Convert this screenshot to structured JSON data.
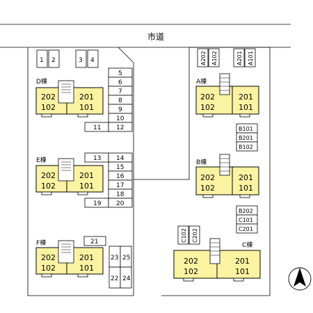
{
  "road_label": "市道",
  "buildings": {
    "D": {
      "label": "D棟",
      "units": [
        {
          "top": "202",
          "bottom": "102"
        },
        {
          "top": "201",
          "bottom": "101"
        }
      ]
    },
    "E": {
      "label": "E棟",
      "units": [
        {
          "top": "202",
          "bottom": "102"
        },
        {
          "top": "201",
          "bottom": "101"
        }
      ]
    },
    "F": {
      "label": "F棟",
      "units": [
        {
          "top": "202",
          "bottom": "102"
        },
        {
          "top": "201",
          "bottom": "101"
        }
      ]
    },
    "A": {
      "label": "A棟",
      "units": [
        {
          "top": "202",
          "bottom": "102"
        },
        {
          "top": "201",
          "bottom": "101"
        }
      ]
    },
    "B": {
      "label": "B棟",
      "units": [
        {
          "top": "202",
          "bottom": "102"
        },
        {
          "top": "201",
          "bottom": "101"
        }
      ]
    },
    "C": {
      "label": "C棟",
      "units": [
        {
          "top": "202",
          "bottom": "102"
        },
        {
          "top": "201",
          "bottom": "101"
        }
      ]
    }
  },
  "parking": {
    "top_left": [
      "1",
      "2",
      "3",
      "4"
    ],
    "column_a": [
      "5",
      "6",
      "7",
      "8",
      "9",
      "10"
    ],
    "row_11_12": [
      "11",
      "12"
    ],
    "row_13_14": [
      "13",
      "14"
    ],
    "column_b": [
      "15",
      "16",
      "17",
      "18"
    ],
    "row_19_20": [
      "19",
      "20"
    ],
    "space_21": "21",
    "block_23_25": [
      "23",
      "25",
      "22",
      "24"
    ]
  },
  "mailboxes": {
    "top_vertical": [
      "A202",
      "A102",
      "A201",
      "A101"
    ],
    "b_group": [
      "B101",
      "B201",
      "B102"
    ],
    "c_group": [
      "B202",
      "C101",
      "C201"
    ],
    "c_vertical": [
      "C102",
      "C202"
    ]
  },
  "compass": "north-arrow"
}
